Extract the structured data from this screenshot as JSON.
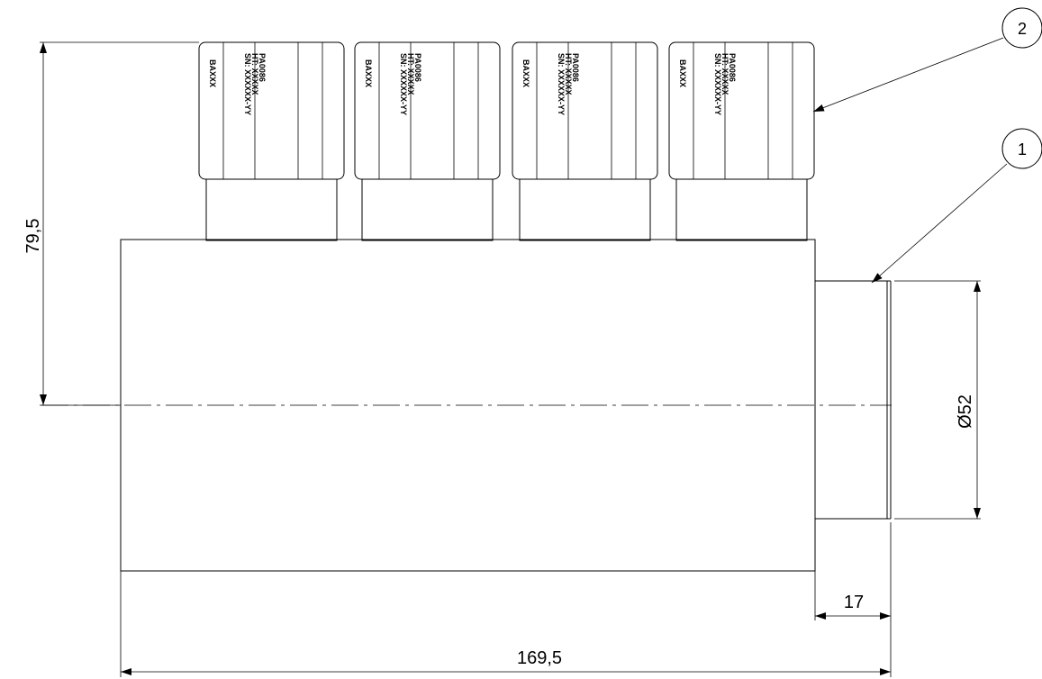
{
  "dimensions": {
    "height": "79,5",
    "diameter": "Ø52",
    "spigot_length": "17",
    "overall_length": "169,5"
  },
  "balloons": [
    "1",
    "2"
  ],
  "fitting_marking": {
    "brand": "BAXXX",
    "line1": "PA0086",
    "line2": "HT: XXXXX",
    "line3": "SN: XXXXXX-YY"
  },
  "fitting_count": 4
}
